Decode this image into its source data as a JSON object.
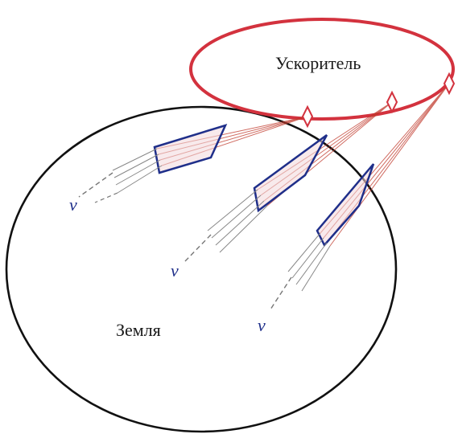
{
  "labels": {
    "accelerator": "Ускоритель",
    "earth": "Земля",
    "neutrino": "ν"
  },
  "colors": {
    "accelerator_ring": "#d3323e",
    "earth_outline": "#111111",
    "beam_lines": "#c0392b",
    "detector_box": "#1f2f8a",
    "neutrino_symbol": "#1f2f8a",
    "neutrino_tracks": "#777777"
  }
}
